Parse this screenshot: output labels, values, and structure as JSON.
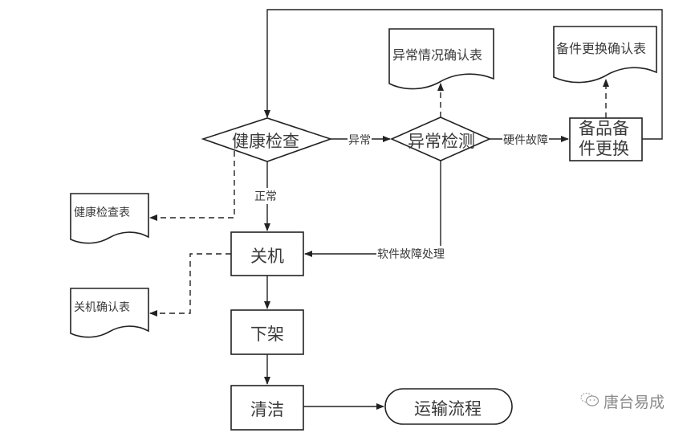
{
  "nodes": {
    "health_check": "健康检查",
    "abnormal_detect": "异常检测",
    "spare_replace_line1": "备品备",
    "spare_replace_line2": "件更换",
    "shutdown": "关机",
    "unrack": "下架",
    "clean": "清洁",
    "transport": "运输流程"
  },
  "documents": {
    "abnormal_confirm": "异常情况确认表",
    "spare_confirm": "备件更换确认表",
    "health_form": "健康检查表",
    "shutdown_confirm": "关机确认表"
  },
  "edges": {
    "abnormal": "异常",
    "normal": "正常",
    "hardware_fault": "硬件故障",
    "software_fault": "软件故障处理"
  },
  "watermark": {
    "icon": "wechat-icon",
    "text": "唐台易成"
  }
}
